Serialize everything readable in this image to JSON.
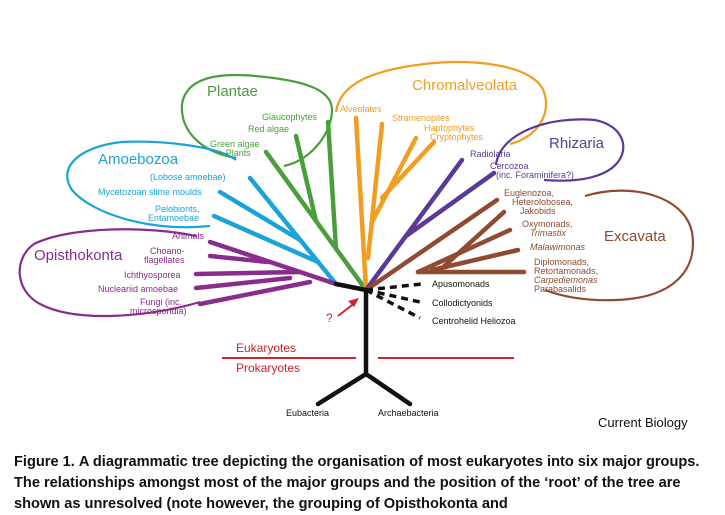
{
  "groups": {
    "plantae": {
      "title": "Plantae",
      "color": "#4a9f3c",
      "items": [
        "Glaucophytes",
        "Red algae",
        "Green algae",
        "+ Plants"
      ]
    },
    "chromalveolata": {
      "title": "Chromalveolata",
      "color": "#f29d1f",
      "items": [
        "Alveolates",
        "Stramenopiles",
        "Haptophytes",
        "Cryptophytes"
      ]
    },
    "rhizaria": {
      "title": "Rhizaria",
      "color": "#5b3a97",
      "items": [
        "Radiolaria",
        "Cercozoa",
        "(inc. Foraminifera?)"
      ]
    },
    "excavata": {
      "title": "Excavata",
      "color": "#8f4a2f",
      "items": [
        "Euglenozoa,",
        "Heterolobosea,",
        "Jakobids",
        "Oxymonads,",
        "Trimastix",
        "Malawimonas",
        "Diplomonads,",
        "Retortamonads,",
        "Carpediemonas",
        "Parabasalids"
      ]
    },
    "amoebozoa": {
      "title": "Amoebozoa",
      "color": "#1aa3d9",
      "items": [
        "(Lobose amoebae)",
        "Mycetozoan slime moulds",
        "Pelobionts,",
        "Entamoebae"
      ]
    },
    "opisthokonta": {
      "title": "Opisthokonta",
      "color": "#8a2c8e",
      "items": [
        "Animals",
        "Choano-",
        "flagellates",
        "Ichthyosporea",
        "Nucleariid amoebae",
        "Fungi (inc.",
        "microsporidia)"
      ]
    }
  },
  "unresolved": [
    "Apusomonads",
    "Collodictyonids",
    "Centrohelid Heliozoa"
  ],
  "root_mark": "?",
  "domains": {
    "eukaryotes": "Eukaryotes",
    "prokaryotes": "Prokaryotes",
    "eubacteria": "Eubacteria",
    "archaebacteria": "Archaebacteria"
  },
  "journal": "Current Biology",
  "caption": {
    "label": "Figure 1.",
    "text": "A diagrammatic tree depicting the organisation of most eukaryotes into six major groups. The relationships amongst most of the major groups and the position of the ‘root’ of the tree are shown as unresolved (note however, the grouping of Opisthokonta and"
  },
  "colors": {
    "divider": "#d2232a",
    "root": "#111111",
    "arrow": "#d2232a"
  }
}
